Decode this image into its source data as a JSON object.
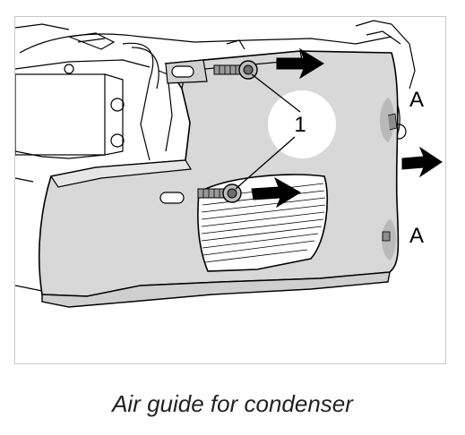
{
  "figure": {
    "callouts": {
      "part_number": "1",
      "location_top": "A",
      "location_bottom": "A"
    },
    "caption": "Air guide for condenser"
  },
  "colors": {
    "air_guide_fill": "#d8d8d8",
    "highlight_circle": "#ffffff",
    "attachment_marker": "#b9b9b9",
    "outline": "#000000",
    "arrow_fill": "#000000"
  },
  "icons": [
    "bolt-icon",
    "arrow-right-icon"
  ]
}
